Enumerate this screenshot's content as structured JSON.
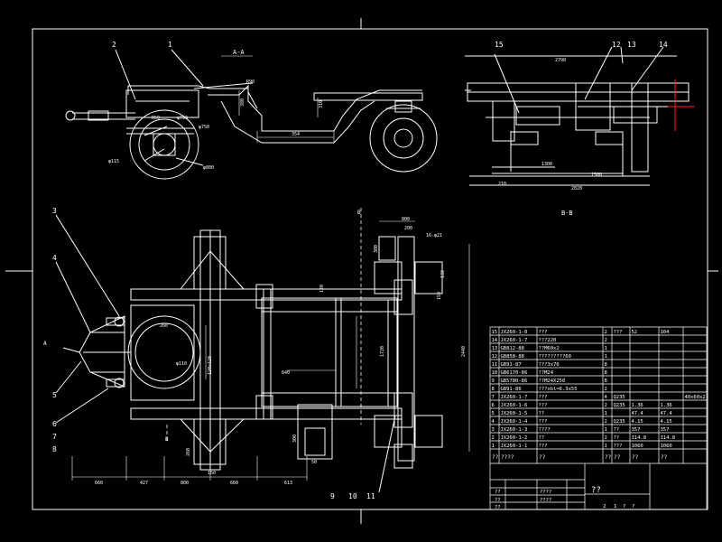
{
  "drawing": {
    "background": "#000000",
    "line_color": "#ffffff",
    "accent_color": "#ff2020",
    "title_block_color": "#ffffff"
  },
  "views": {
    "side_view": {
      "label": "A-A",
      "callouts": [
        "2",
        "1"
      ],
      "dims": [
        "R50",
        "φ750",
        "φ750",
        "φ115",
        "φ800",
        "R90",
        "380",
        "310",
        "354"
      ]
    },
    "section_view": {
      "label": "B-B",
      "callouts": [
        "15",
        "12",
        "13",
        "14"
      ],
      "dims": [
        "2790",
        "1300",
        "1500",
        "210",
        "2020"
      ]
    },
    "plan_view": {
      "label_a": "A",
      "label_b1": "B",
      "label_b2": "B",
      "callouts_left": [
        "3",
        "4",
        "5",
        "6",
        "7",
        "8"
      ],
      "callouts_bottom": [
        "9",
        "10",
        "11"
      ],
      "dims_bottom": [
        "660",
        "427",
        "800",
        "660",
        "613"
      ],
      "dims_misc": [
        "260",
        "φ110",
        "120x120",
        "640",
        "1720",
        "2440",
        "800",
        "200",
        "300",
        "132",
        "150",
        "120",
        "60",
        "16-φ21",
        "380",
        "260",
        "300",
        "150",
        "50"
      ]
    }
  },
  "parts_table": {
    "rows": [
      [
        "15",
        "JX260-1-8",
        "???",
        "2",
        "???",
        "52",
        "104",
        ""
      ],
      [
        "14",
        "JX260-1-7",
        "???220",
        "2",
        "",
        "",
        "",
        ""
      ],
      [
        "13",
        "GB812-88",
        "??M60x2",
        "1",
        "",
        "",
        "",
        ""
      ],
      [
        "12",
        "GB858-88",
        "?????????60",
        "1",
        "",
        "",
        "",
        ""
      ],
      [
        "11",
        "GB91-87",
        "???3x76",
        "8",
        "",
        "",
        "",
        ""
      ],
      [
        "10",
        "GB6170-86",
        "??M24",
        "8",
        "",
        "",
        "",
        ""
      ],
      [
        "9",
        "GB5780-86",
        "??M24X250",
        "8",
        "",
        "",
        "",
        ""
      ],
      [
        "8",
        "GB91-86",
        "???xbl=6.3x55",
        "2",
        "",
        "",
        "",
        ""
      ],
      [
        "7",
        "JX260-1-7",
        "???",
        "4",
        "Q235",
        "",
        "",
        "40x60x2"
      ],
      [
        "6",
        "JX260-1-6",
        "???",
        "2",
        "Q235",
        "1.36",
        "1.36",
        ""
      ],
      [
        "5",
        "JX260-1-5",
        "??",
        "1",
        "",
        "47.4",
        "47.4",
        ""
      ],
      [
        "4",
        "JX260-1-4",
        "???",
        "2",
        "Q235",
        "4.15",
        "4.15",
        ""
      ],
      [
        "3",
        "JX260-1-3",
        "????",
        "1",
        "??",
        "357",
        "357",
        ""
      ],
      [
        "2",
        "JX260-1-2",
        "??",
        "2",
        "??",
        "314.8",
        "314.8",
        ""
      ],
      [
        "1",
        "JX260-1-1",
        "???",
        "1",
        "???",
        "1060",
        "1060",
        ""
      ]
    ],
    "header": [
      "??",
      "????",
      "??",
      "??",
      "??",
      "??",
      "??"
    ],
    "bottom_labels": [
      "??",
      "??",
      "??",
      "????",
      "????",
      "??",
      "2",
      "1",
      "?",
      "?"
    ]
  }
}
